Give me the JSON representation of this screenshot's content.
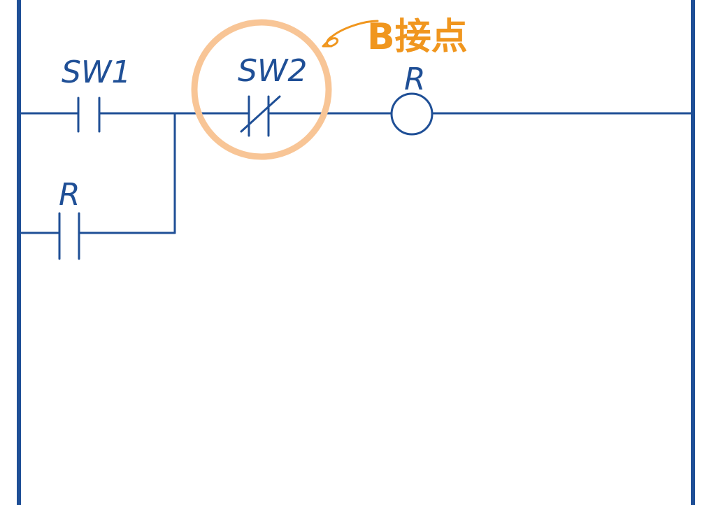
{
  "colors": {
    "wire": "#1f4f96",
    "highlight_ring": "#f8c596",
    "callout": "#f0961e",
    "background": "#ffffff"
  },
  "contacts": {
    "sw1": {
      "label": "SW1",
      "type": "normally-open contact"
    },
    "sw2": {
      "label": "SW2",
      "type": "normally-closed contact"
    },
    "r_self_hold": {
      "label": "R",
      "type": "normally-open contact"
    }
  },
  "coil": {
    "label": "R",
    "type": "relay coil"
  },
  "callout": {
    "text": "B接点"
  }
}
